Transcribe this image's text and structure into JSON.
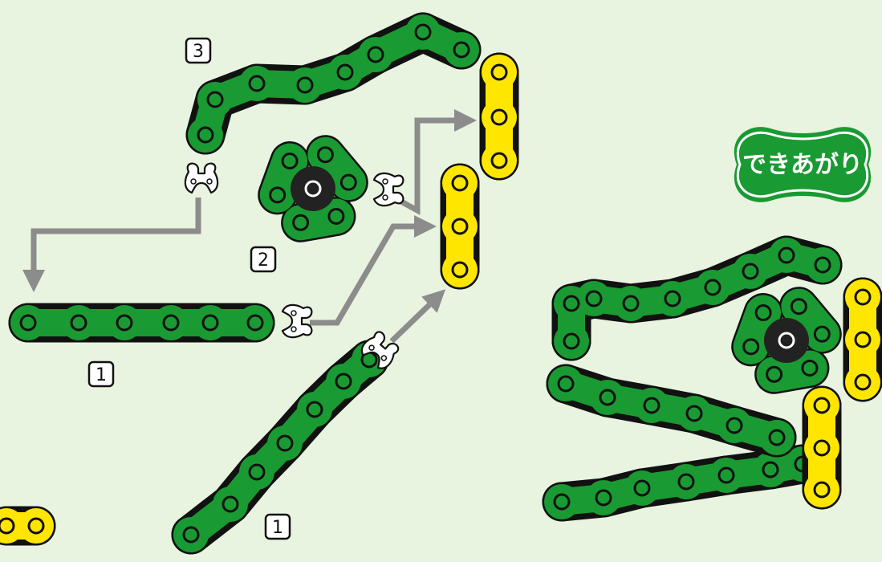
{
  "colors": {
    "background": "#e8f3e0",
    "chain_green": "#1a9a32",
    "chain_yellow": "#ffe600",
    "outline": "#111111",
    "arrow": "#8c8c8c",
    "badge_green": "#1a9a32",
    "label_box_fill": "#ffffff"
  },
  "step_labels": {
    "step1a": "1",
    "step1b": "1",
    "step2": "2",
    "step3": "3"
  },
  "completed_badge": {
    "text": "できあがり"
  },
  "icons": {
    "clip": "chain-clip-icon",
    "hub": "hub-icon",
    "arrow": "arrow-icon"
  }
}
